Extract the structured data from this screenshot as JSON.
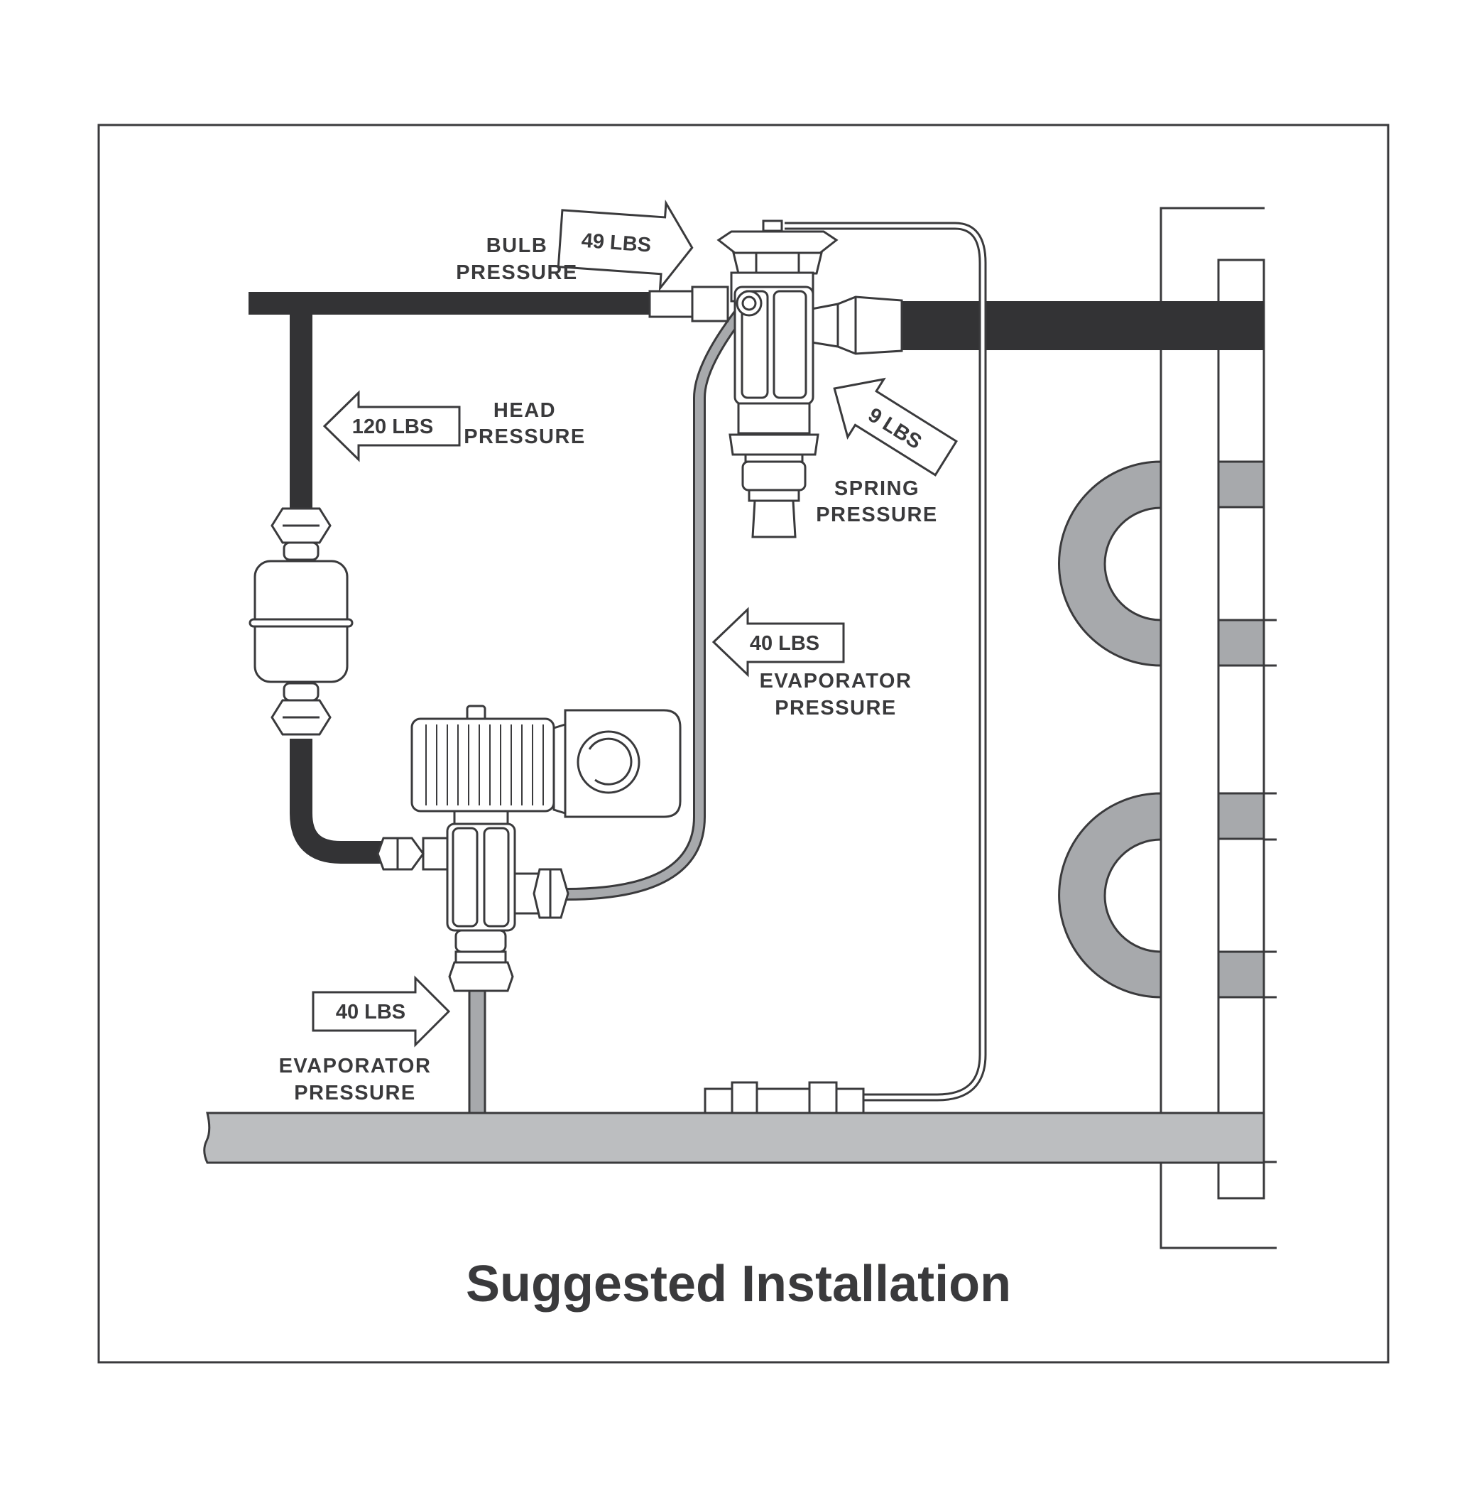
{
  "title": "Suggested Installation",
  "labels": {
    "bulb_pressure": [
      "BULB",
      "PRESSURE"
    ],
    "head_pressure": [
      "HEAD",
      "PRESSURE"
    ],
    "spring_pressure": [
      "SPRING",
      "PRESSURE"
    ],
    "evaporator_pressure_upper": [
      "EVAPORATOR",
      "PRESSURE"
    ],
    "evaporator_pressure_lower": [
      "EVAPORATOR",
      "PRESSURE"
    ]
  },
  "arrows": {
    "bulb": "49 LBS",
    "head": "120 LBS",
    "spring": "9 LBS",
    "evap_upper": "40 LBS",
    "evap_lower": "40 LBS"
  },
  "colors": {
    "ink": "#3a3a3c",
    "line_dark": "#333335",
    "pipe_gray": "#a7a9ac",
    "pipe_light": "#bcbec0"
  }
}
